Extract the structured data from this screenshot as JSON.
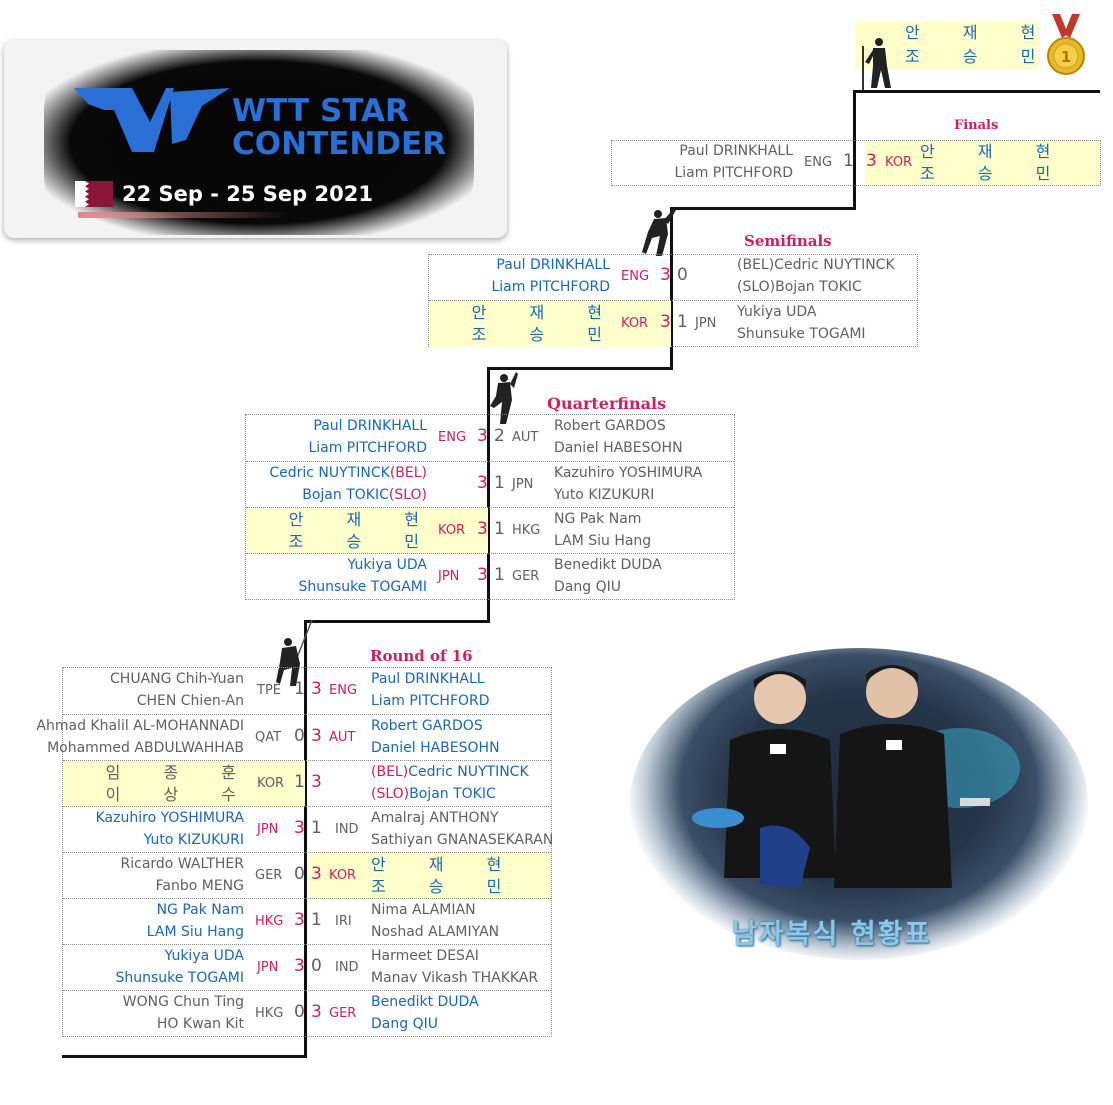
{
  "logo": {
    "line1": "WTT STAR",
    "line2": "CONTENDER",
    "dates": "22 Sep - 25 Sep 2021"
  },
  "champion": {
    "line1": "안 재 현",
    "line2": "조 승 민"
  },
  "rounds": {
    "finals": "Finals",
    "semifinals": "Semifinals",
    "quarterfinals": "Quarterfinals",
    "r16": "Round of 16"
  },
  "final_match": {
    "left_p1": "Paul DRINKHALL",
    "left_p2": "Liam PITCHFORD",
    "left_code": "ENG",
    "left_score": "1",
    "right_score": "3",
    "right_code": "KOR",
    "right_p1": "안 재 현",
    "right_p2": "조 승 민"
  },
  "semifinals": [
    {
      "left_p1": "Paul DRINKHALL",
      "left_p2": "Liam PITCHFORD",
      "left_code": "ENG",
      "left_score": "3",
      "right_score": "0",
      "right_code": "",
      "right_p1": "(BEL)Cedric NUYTINCK",
      "right_p2": "(SLO)Bojan TOKIC"
    },
    {
      "left_p1": "안 재 현",
      "left_p2": "조 승 민",
      "left_code": "KOR",
      "left_score": "3",
      "right_score": "1",
      "right_code": "JPN",
      "right_p1": "Yukiya UDA",
      "right_p2": "Shunsuke TOGAMI"
    }
  ],
  "quarterfinals": [
    {
      "left_p1": "Paul DRINKHALL",
      "left_p2": "Liam PITCHFORD",
      "left_code": "ENG",
      "left_score": "3",
      "right_score": "2",
      "right_code": "AUT",
      "right_p1": "Robert GARDOS",
      "right_p2": "Daniel HABESOHN"
    },
    {
      "left_p1_name": "Cedric NUYTINCK",
      "left_p1_tag": "(BEL)",
      "left_p2_name": "Bojan TOKIC",
      "left_p2_tag": "(SLO)",
      "left_score": "3",
      "right_score": "1",
      "right_code": "JPN",
      "right_p1": "Kazuhiro YOSHIMURA",
      "right_p2": "Yuto KIZUKURI"
    },
    {
      "left_p1": "안 재 현",
      "left_p2": "조 승 민",
      "left_code": "KOR",
      "left_score": "3",
      "right_score": "1",
      "right_code": "HKG",
      "right_p1": "NG Pak Nam",
      "right_p2": "LAM Siu Hang"
    },
    {
      "left_p1": "Yukiya UDA",
      "left_p2": "Shunsuke TOGAMI",
      "left_code": "JPN",
      "left_score": "3",
      "right_score": "1",
      "right_code": "GER",
      "right_p1": "Benedikt DUDA",
      "right_p2": "Dang QIU"
    }
  ],
  "r16": [
    {
      "left_p1": "CHUANG Chih-Yuan",
      "left_p2": "CHEN Chien-An",
      "left_code": "TPE",
      "left_score": "1",
      "right_score": "3",
      "right_code": "ENG",
      "right_p1": "Paul DRINKHALL",
      "right_p2": "Liam PITCHFORD"
    },
    {
      "left_p1": "Ahmad Khalil AL-MOHANNADI",
      "left_p2": "Mohammed ABDULWAHHAB",
      "left_code": "QAT",
      "left_score": "0",
      "right_score": "3",
      "right_code": "AUT",
      "right_p1": "Robert GARDOS",
      "right_p2": "Daniel HABESOHN"
    },
    {
      "left_p1": "임 종 훈",
      "left_p2": "이 상 수",
      "left_code": "KOR",
      "left_score": "1",
      "right_score": "3",
      "right_code": "",
      "right_p1_tag": "(BEL)",
      "right_p1_name": "Cedric NUYTINCK",
      "right_p2_tag": "(SLO)",
      "right_p2_name": "Bojan TOKIC"
    },
    {
      "left_p1": "Kazuhiro YOSHIMURA",
      "left_p2": "Yuto KIZUKURI",
      "left_code": "JPN",
      "left_score": "3",
      "right_score": "1",
      "right_code": "IND",
      "right_p1": "Amalraj ANTHONY",
      "right_p2": "Sathiyan GNANASEKARAN"
    },
    {
      "left_p1": "Ricardo WALTHER",
      "left_p2": "Fanbo MENG",
      "left_code": "GER",
      "left_score": "0",
      "right_score": "3",
      "right_code": "KOR",
      "right_p1": "안 재 현",
      "right_p2": "조 승 민"
    },
    {
      "left_p1": "NG Pak Nam",
      "left_p2": "LAM Siu Hang",
      "left_code": "HKG",
      "left_score": "3",
      "right_score": "1",
      "right_code": "IRI",
      "right_p1": "Nima ALAMIAN",
      "right_p2": "Noshad ALAMIYAN"
    },
    {
      "left_p1": "Yukiya UDA",
      "left_p2": "Shunsuke TOGAMI",
      "left_code": "JPN",
      "left_score": "3",
      "right_score": "0",
      "right_code": "IND",
      "right_p1": "Harmeet DESAI",
      "right_p2": "Manav Vikash THAKKAR"
    },
    {
      "left_p1": "WONG Chun Ting",
      "left_p2": "HO Kwan Kit",
      "left_code": "HKG",
      "left_score": "0",
      "right_score": "3",
      "right_code": "GER",
      "right_p1": "Benedikt DUDA",
      "right_p2": "Dang QIU"
    }
  ],
  "photo": {
    "title": "남자복식 현황표"
  },
  "icons": {
    "medal": "gold-medal-icon",
    "climber": "climber-icon",
    "wtt_logo": "wtt-logo-icon"
  },
  "colors": {
    "winner_blue": "#1a67b4",
    "score_red": "#cc1f5e",
    "highlight": "#ffffcc"
  }
}
